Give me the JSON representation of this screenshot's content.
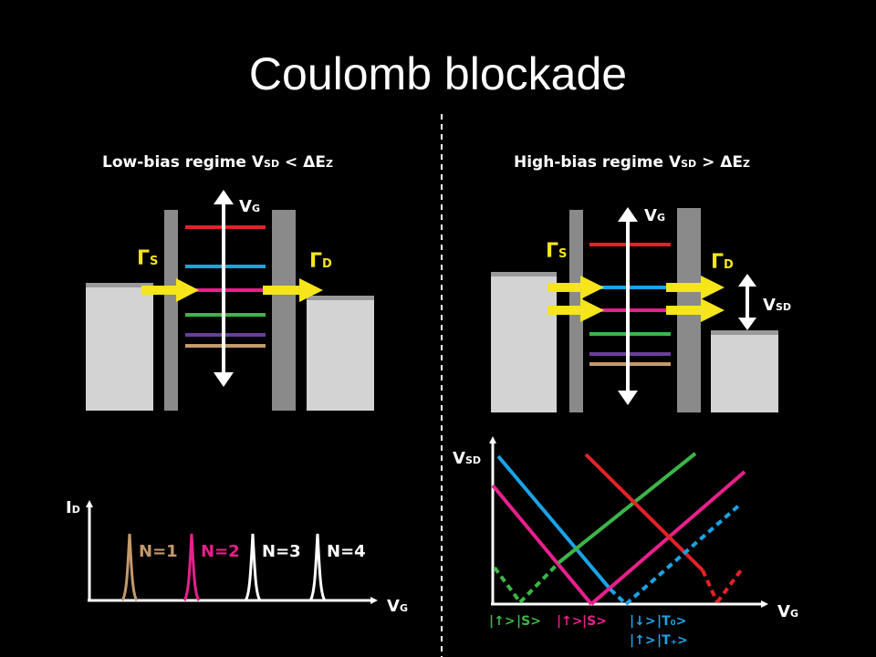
{
  "title": "Coulomb blockade",
  "colors": {
    "background": "#000000",
    "lead": "#d3d3d3",
    "barrier": "#8a8a8a",
    "arrow": "#f5e51a",
    "red": "#e32228",
    "blue": "#1ba3e8",
    "magenta": "#e8208c",
    "green": "#3db549",
    "purple": "#6a3f98",
    "tan": "#c49a6c"
  },
  "left_panel": {
    "heading_main": "Low-bias regime V",
    "heading_sub": "SD",
    "heading_rel": " < ΔE",
    "heading_sub2": "Z",
    "vg_label": "V",
    "vg_sub": "G",
    "gamma_s": "Γ",
    "gamma_s_sub": "S",
    "gamma_d": "Γ",
    "gamma_d_sub": "D"
  },
  "right_panel": {
    "heading_main": "High-bias regime V",
    "heading_sub": "SD",
    "heading_rel": " > ΔE",
    "heading_sub2": "Z",
    "vg_label": "V",
    "vg_sub": "G",
    "gamma_s": "Γ",
    "gamma_s_sub": "S",
    "gamma_d": "Γ",
    "gamma_d_sub": "D",
    "vsd_label": "V",
    "vsd_sub": "SD"
  },
  "current_plot": {
    "y_label": "I",
    "y_sub": "D",
    "x_label": "V",
    "x_sub": "G",
    "peaks": [
      {
        "label": "N=1",
        "color": "#c49a6c"
      },
      {
        "label": "N=2",
        "color": "#e8208c"
      },
      {
        "label": "N=3",
        "color": "#ffffff"
      },
      {
        "label": "N=4",
        "color": "#ffffff"
      }
    ]
  },
  "diamond_plot": {
    "y_label": "V",
    "y_sub": "SD",
    "x_label": "V",
    "x_sub": "G",
    "state_labels_row1": [
      {
        "text": "|↑>",
        "color": "#3db549"
      },
      {
        "text": "|S>",
        "color": "#3db549"
      },
      {
        "text": "|↑>",
        "color": "#e8208c"
      },
      {
        "text": "|S>",
        "color": "#e8208c"
      },
      {
        "text": "|↓>",
        "color": "#1ba3e8"
      },
      {
        "text": "|T₀>",
        "color": "#1ba3e8"
      }
    ],
    "state_labels_row2": [
      {
        "text": "|↑>",
        "color": "#1ba3e8"
      },
      {
        "text": "|T₊>",
        "color": "#1ba3e8"
      }
    ]
  }
}
